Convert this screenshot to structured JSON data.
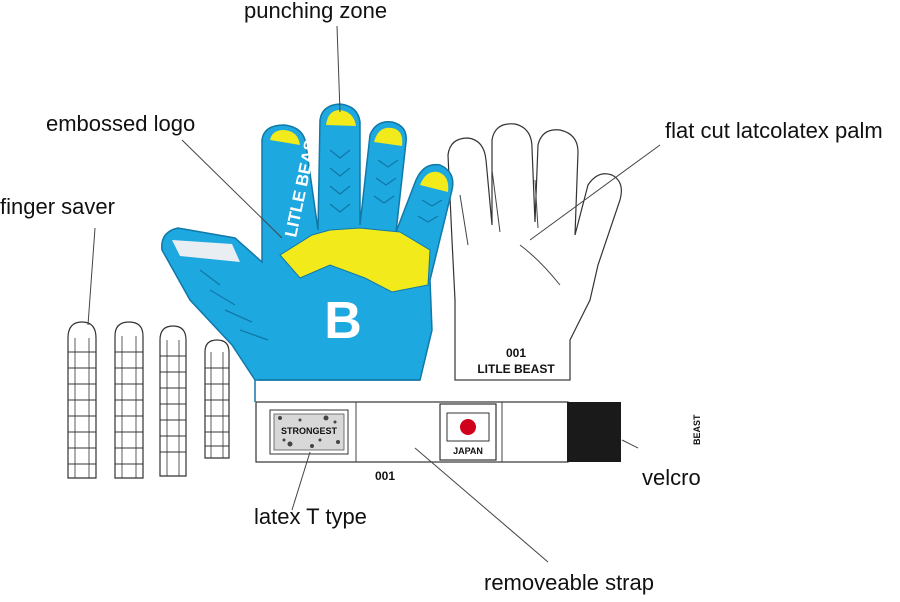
{
  "labels": {
    "punching_zone": "punching zone",
    "embossed_logo": "embossed logo",
    "flat_cut_palm": "flat cut latcolatex palm",
    "finger_saver": "finger saver",
    "velcro": "velcro",
    "latex_t_type": "latex T type",
    "removeable_strap": "removeable strap"
  },
  "glove_text": {
    "brand_vertical": "LITLE BEAST",
    "logo_letter": "B",
    "back_number": "001",
    "back_name": "LITLE BEAST",
    "strap_number": "001",
    "country": "JAPAN",
    "patch_text": "STRONGEST",
    "side_text": "BEAST"
  },
  "colors": {
    "glove_blue": "#1ea8e0",
    "accent_yellow": "#f2ea1a",
    "velcro_black": "#1a1a1a",
    "flag_red": "#d0021b"
  }
}
